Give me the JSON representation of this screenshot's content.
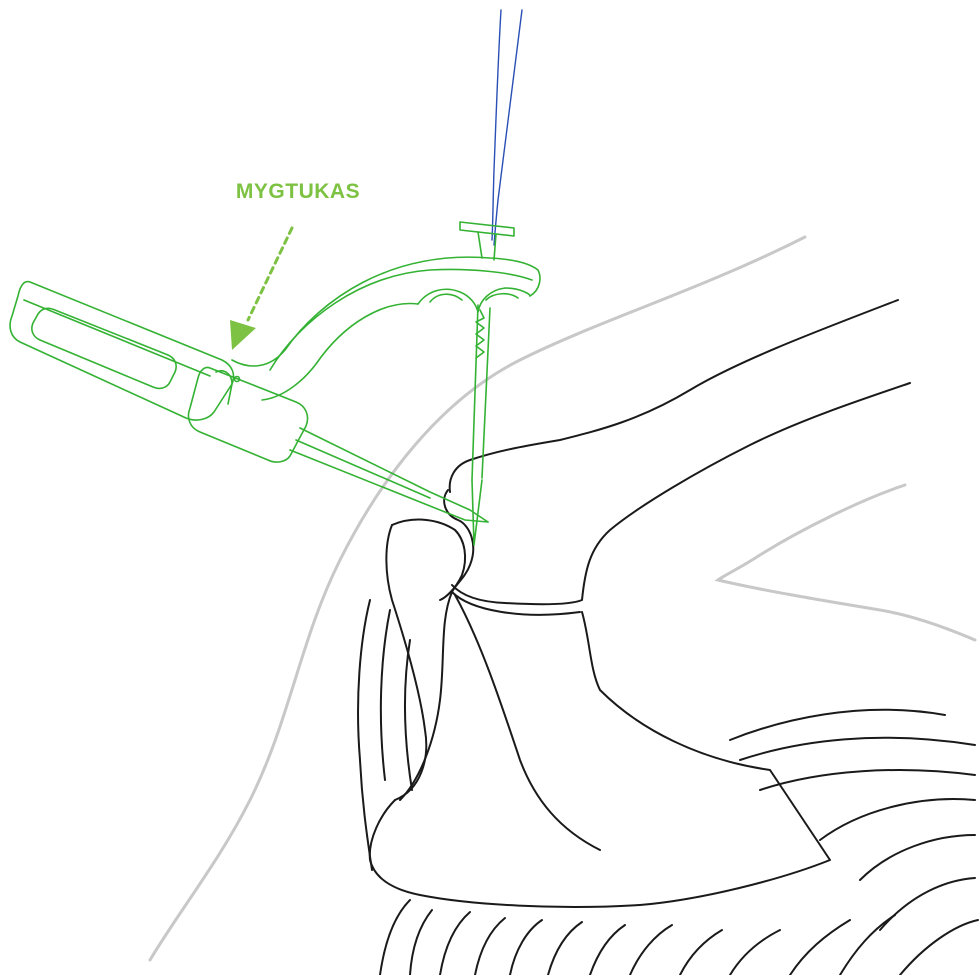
{
  "callout": {
    "label": "MYGTUKAS",
    "color": "#7dc242"
  },
  "colors": {
    "instrument": "#34b233",
    "anatomy": "#1a1a1a",
    "skin_outline": "#c8c8c8",
    "suture": "#2a4fb5",
    "background": "#ffffff"
  },
  "icons": {
    "callout_arrow": "dashed-arrow-down-left",
    "instrument": "suture-passer-handle",
    "anatomy": "shoulder-joint-illustration"
  }
}
